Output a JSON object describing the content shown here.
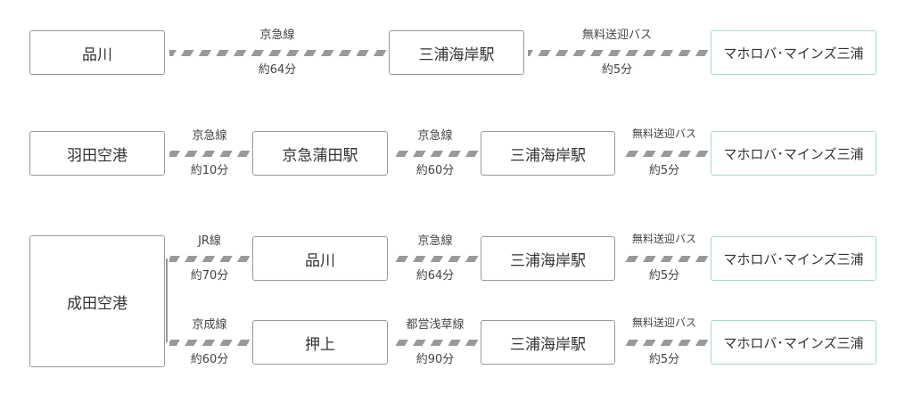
{
  "routes": [
    {
      "stations": [
        "品川",
        "三浦海岸駅",
        "マホロバ･マインズ三浦"
      ],
      "legs": [
        {
          "line": "京急線",
          "time": "約64分"
        },
        {
          "line": "無料送迎バス",
          "time": "約5分"
        }
      ]
    },
    {
      "stations": [
        "羽田空港",
        "京急蒲田駅",
        "三浦海岸駅",
        "マホロバ･マインズ三浦"
      ],
      "legs": [
        {
          "line": "京急線",
          "time": "約10分"
        },
        {
          "line": "京急線",
          "time": "約60分"
        },
        {
          "line": "無料送迎バス",
          "time": "約5分"
        }
      ]
    },
    {
      "stations": [
        "成田空港",
        "品川",
        "三浦海岸駅",
        "マホロバ･マインズ三浦"
      ],
      "legs": [
        {
          "line": "JR線",
          "time": "約70分"
        },
        {
          "line": "京急線",
          "time": "約64分"
        },
        {
          "line": "無料送迎バス",
          "time": "約5分"
        }
      ]
    },
    {
      "stations": [
        "成田空港",
        "押上",
        "三浦海岸駅",
        "マホロバ･マインズ三浦"
      ],
      "legs": [
        {
          "line": "京成線",
          "time": "約60分"
        },
        {
          "line": "都営浅草線",
          "time": "約90分"
        },
        {
          "line": "無料送迎バス",
          "time": "約5分"
        }
      ]
    }
  ]
}
